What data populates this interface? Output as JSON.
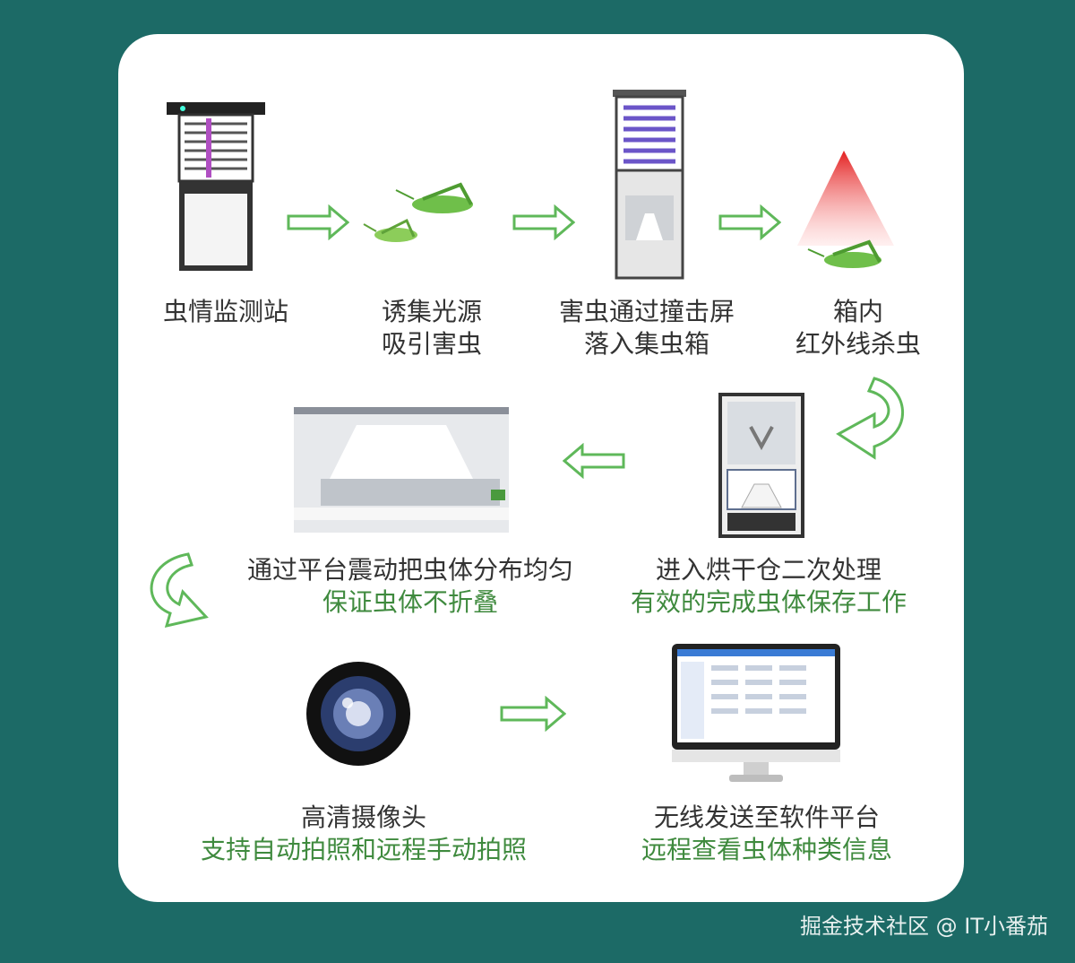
{
  "steps": [
    {
      "line1": "虫情监测站"
    },
    {
      "line1": "诱集光源",
      "line2": "吸引害虫"
    },
    {
      "line1": "害虫通过撞击屏",
      "line2": "落入集虫箱"
    },
    {
      "line1": "箱内",
      "line2": "红外线杀虫"
    },
    {
      "line1": "进入烘干仓二次处理",
      "line2": "有效的完成虫体保存工作"
    },
    {
      "line1": "通过平台震动把虫体分布均匀",
      "line2": "保证虫体不折叠"
    },
    {
      "line1": "高清摄像头",
      "line2": "支持自动拍照和远程手动拍照"
    },
    {
      "line1": "无线发送至软件平台",
      "line2": "远程查看虫体种类信息"
    }
  ],
  "watermark": "掘金技术社区 @ IT小番茄",
  "colors": {
    "background": "#1c6a66",
    "card": "#ffffff",
    "arrow": "#5fb85a",
    "subtext": "#3f8a3e"
  }
}
